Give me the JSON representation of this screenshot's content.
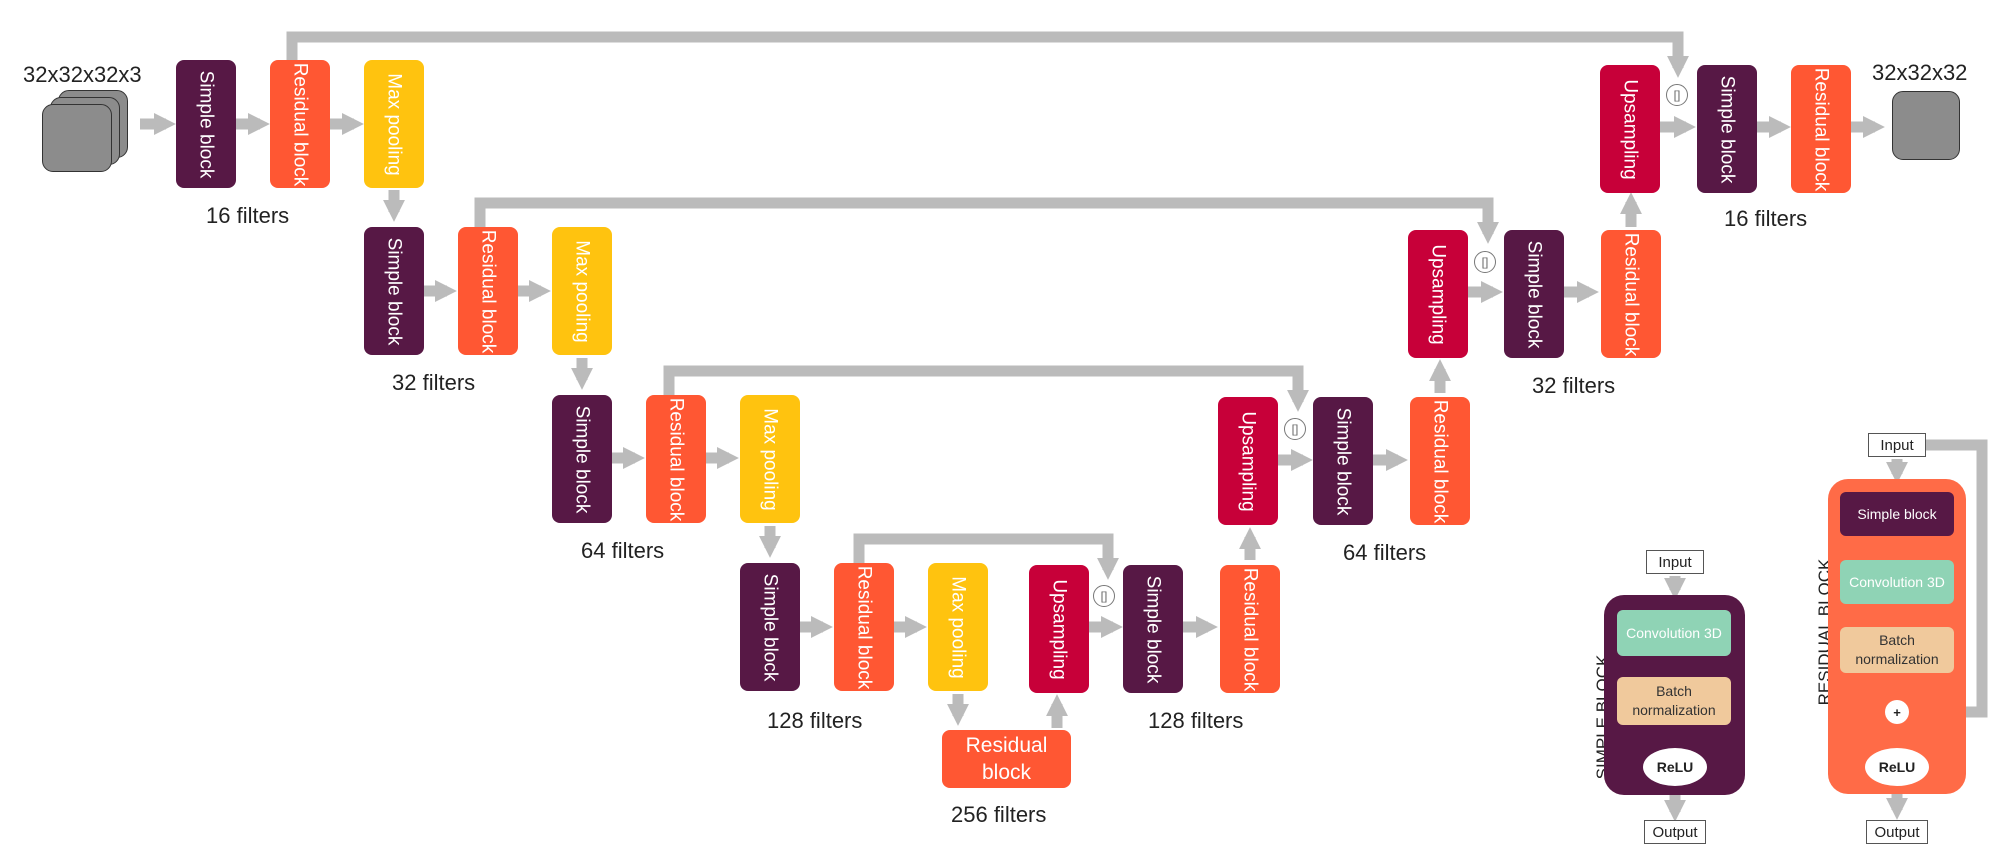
{
  "io": {
    "input_shape": "32x32x32x3",
    "output_shape": "32x32x32"
  },
  "blocks": {
    "simple": "Simple block",
    "residual": "Residual block",
    "maxpool": "Max pooling",
    "upsample": "Upsampling",
    "bottleneck": "Residual block"
  },
  "concat_symbol": "[]",
  "filters": {
    "enc1": "16 filters",
    "enc2": "32 filters",
    "enc3": "64 filters",
    "enc4": "128 filters",
    "bottleneck": "256 filters",
    "dec4": "128 filters",
    "dec3": "64 filters",
    "dec2": "32 filters",
    "dec1": "16 filters"
  },
  "legend_simple": {
    "title": "SIMPLE BLOCK",
    "input": "Input",
    "conv": "Convolution 3D",
    "bn": "Batch normalization",
    "relu": "ReLU",
    "output": "Output"
  },
  "legend_residual": {
    "title": "RESIDUAL BLOCK",
    "input": "Input",
    "simple": "Simple block",
    "conv": "Convolution 3D",
    "bn": "Batch normalization",
    "add": "+",
    "relu": "ReLU",
    "output": "Output"
  },
  "colors": {
    "simple": "#571845",
    "residual": "#FF5733",
    "maxpool": "#FFC30F",
    "upsample": "#C70039",
    "conv": "#8FD3B5",
    "bn": "#F0C99C",
    "arrow": "#BBBBBB",
    "input_stack": "#8C8C8C"
  }
}
